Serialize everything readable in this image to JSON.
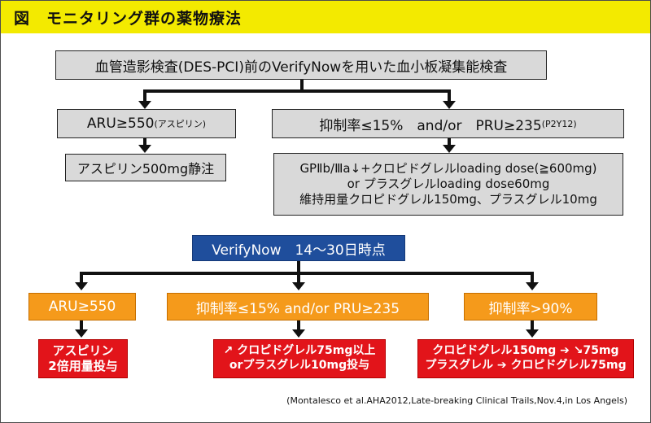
{
  "title": "図　モニタリング群の薬物療法",
  "top_box": "血管造影検査(DES-PCI)前のVerifyNowを用いた血小板凝集能検査",
  "branch_left": {
    "main": "ARU≥550",
    "small": "(アスピリン)"
  },
  "branch_right": {
    "main": "抑制率≤15%　and/or　PRU≥235",
    "small": "(P2Y12)"
  },
  "result_left": "アスピリン500mg静注",
  "result_right": [
    "GPⅡb/Ⅲa↓+クロピドグレルloading dose(≧600mg)",
    "or プラスグレルloading dose60mg",
    "維持用量クロピドグレル150mg、プラスグレル10mg"
  ],
  "followup": "VerifyNow　14〜30日時点",
  "orange": [
    "ARU≥550",
    "抑制率≤15% and/or PRU≥235",
    "抑制率>90%"
  ],
  "red_left": [
    "アスピリン",
    "2倍用量投与"
  ],
  "red_mid": [
    "↗ クロピドグレル75mg以上",
    "orプラスグレル10mg投与"
  ],
  "red_right": [
    "クロピドグレル150mg ➔ ↘75mg",
    "プラスグレル ➔ クロピドグレル75mg"
  ],
  "citation": "(Montalesco et al.AHA2012,Late-breaking Clinical Trails,Nov.4,in Los Angels)",
  "colors": {
    "title_bg": "#f3ea00",
    "gray": "#d9d9d9",
    "blue": "#1f4e9c",
    "orange": "#f59a1b",
    "red": "#e2141a"
  }
}
